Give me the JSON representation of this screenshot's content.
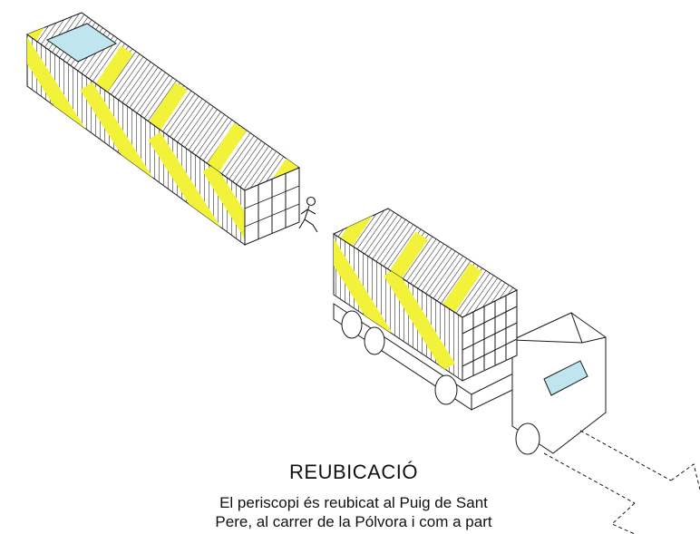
{
  "caption": {
    "title": "REUBICACIÓ",
    "line1": "El periscopi és reubicat al Puig de Sant",
    "line2": "Pere, al carrer de la Pólvora i com a part"
  },
  "colors": {
    "stripe_yellow": "#f2f23a",
    "hatch": "#222222",
    "glass": "#bfe6ee",
    "outline": "#1a1a1a"
  }
}
